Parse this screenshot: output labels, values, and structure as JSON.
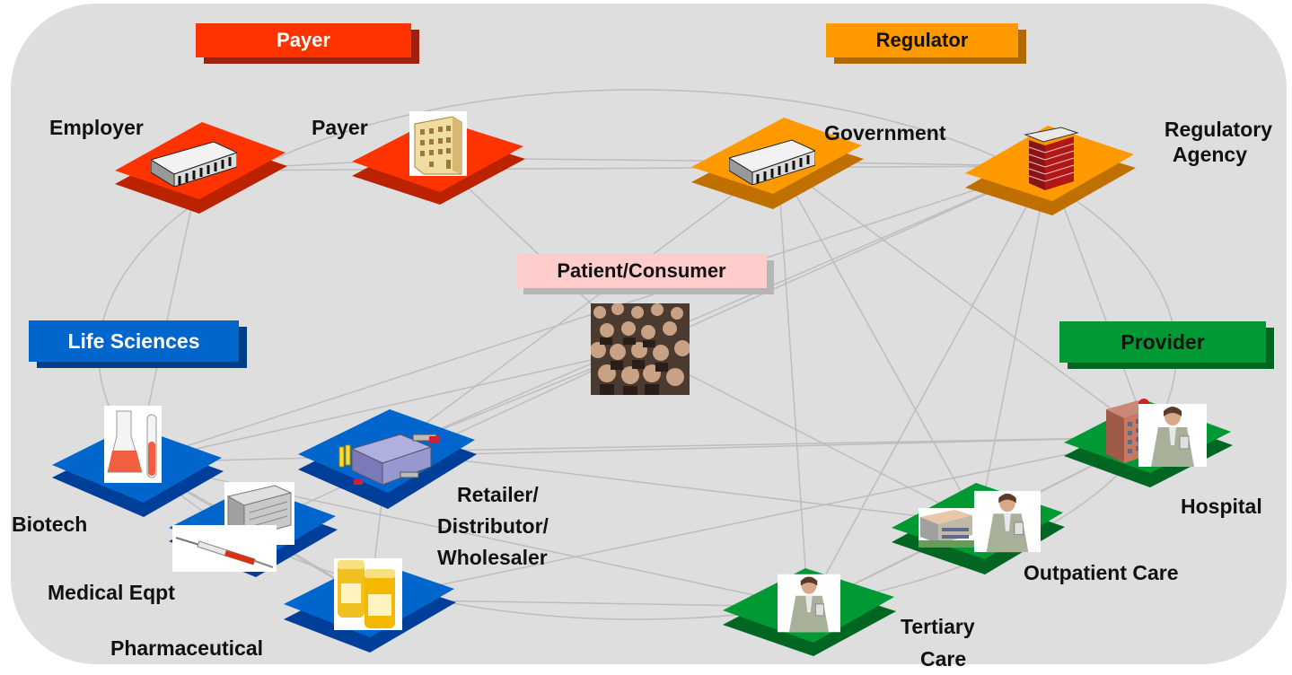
{
  "categories": {
    "payer": {
      "label": "Payer",
      "color": "#ff3300"
    },
    "regulator": {
      "label": "Regulator",
      "color": "#ff9900"
    },
    "life_sciences": {
      "label": "Life Sciences",
      "color": "#0066cc"
    },
    "provider": {
      "label": "Provider",
      "color": "#009933"
    },
    "patient": {
      "label": "Patient/Consumer",
      "color": "#ffcccc"
    }
  },
  "nodes": {
    "employer": {
      "label": "Employer",
      "category": "payer",
      "icon": "office-building-icon"
    },
    "payer": {
      "label": "Payer",
      "category": "payer",
      "icon": "apartment-building-icon"
    },
    "government": {
      "label": "Government",
      "category": "regulator",
      "icon": "office-building-icon"
    },
    "regulatory_agency": {
      "label": "Regulatory Agency",
      "line1": "Regulatory",
      "line2": "Agency",
      "category": "regulator",
      "icon": "brick-chimney-icon"
    },
    "patient_consumer": {
      "label": "Patient/Consumer",
      "category": "patient",
      "icon": "crowd-photo-icon"
    },
    "biotech": {
      "label": "Biotech",
      "category": "life_sciences",
      "icon": "lab-flask-icon"
    },
    "medical_eqpt": {
      "label": "Medical Eqpt",
      "category": "life_sciences",
      "icon": "syringe-and-machine-icon"
    },
    "pharmaceutical": {
      "label": "Pharmaceutical",
      "category": "life_sciences",
      "icon": "pill-bottles-icon"
    },
    "retailer": {
      "label": "Retailer/ Distributor/ Wholesaler",
      "line1": "Retailer/",
      "line2": "Distributor/",
      "line3": "Wholesaler",
      "category": "life_sciences",
      "icon": "conveyor-machine-icon"
    },
    "hospital": {
      "label": "Hospital",
      "category": "provider",
      "icon": "hospital-with-doctor-icon"
    },
    "outpatient_care": {
      "label": "Outpatient Care",
      "category": "provider",
      "icon": "clinic-with-doctor-icon"
    },
    "tertiary_care": {
      "label": "Tertiary Care",
      "line1": "Tertiary",
      "line2": "Care",
      "category": "provider",
      "icon": "doctor-icon"
    }
  },
  "edges": [
    [
      "employer",
      "payer"
    ],
    [
      "payer",
      "government"
    ],
    [
      "government",
      "regulatory_agency"
    ],
    [
      "payer",
      "patient_consumer"
    ],
    [
      "employer",
      "biotech"
    ],
    [
      "employer",
      "regulatory_agency"
    ],
    [
      "regulatory_agency",
      "hospital"
    ],
    [
      "regulatory_agency",
      "patient_consumer"
    ],
    [
      "regulatory_agency",
      "retailer"
    ],
    [
      "regulatory_agency",
      "outpatient_care"
    ],
    [
      "regulatory_agency",
      "tertiary_care"
    ],
    [
      "regulatory_agency",
      "biotech"
    ],
    [
      "government",
      "retailer"
    ],
    [
      "government",
      "tertiary_care"
    ],
    [
      "government",
      "outpatient_care"
    ],
    [
      "government",
      "hospital"
    ],
    [
      "patient_consumer",
      "biotech"
    ],
    [
      "patient_consumer",
      "retailer"
    ],
    [
      "patient_consumer",
      "outpatient_care"
    ],
    [
      "patient_consumer",
      "medical_eqpt"
    ],
    [
      "retailer",
      "hospital"
    ],
    [
      "retailer",
      "outpatient_care"
    ],
    [
      "retailer",
      "pharmaceutical"
    ],
    [
      "biotech",
      "medical_eqpt"
    ],
    [
      "biotech",
      "hospital"
    ],
    [
      "pharmaceutical",
      "tertiary_care"
    ],
    [
      "pharmaceutical",
      "hospital"
    ],
    [
      "tertiary_care",
      "outpatient_care"
    ],
    [
      "outpatient_care",
      "hospital"
    ],
    [
      "tertiary_care",
      "hospital"
    ],
    [
      "medical_eqpt",
      "pharmaceutical"
    ],
    [
      "biotech",
      "pharmaceutical"
    ],
    [
      "biotech",
      "tertiary_care"
    ]
  ]
}
